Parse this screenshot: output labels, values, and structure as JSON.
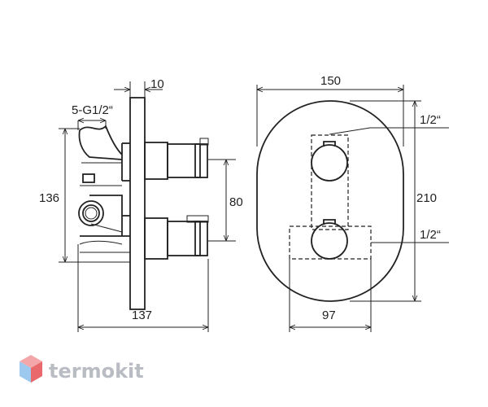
{
  "dimensions": {
    "inlet_thread": "5-G1/2“",
    "plate_thickness": "10",
    "body_height": "136",
    "inlet_spacing": "80",
    "body_depth": "137",
    "plate_width": "150",
    "plate_height": "210",
    "handle_spacing": "97",
    "upper_handle_thread": "1/2“",
    "lower_handle_thread": "1/2“"
  },
  "logo": {
    "text": "termokit",
    "colors": {
      "cube_top": "#f3a7a8",
      "cube_left": "#9ec9ee",
      "cube_right": "#e8686b",
      "text": "#b9bcc3"
    }
  }
}
